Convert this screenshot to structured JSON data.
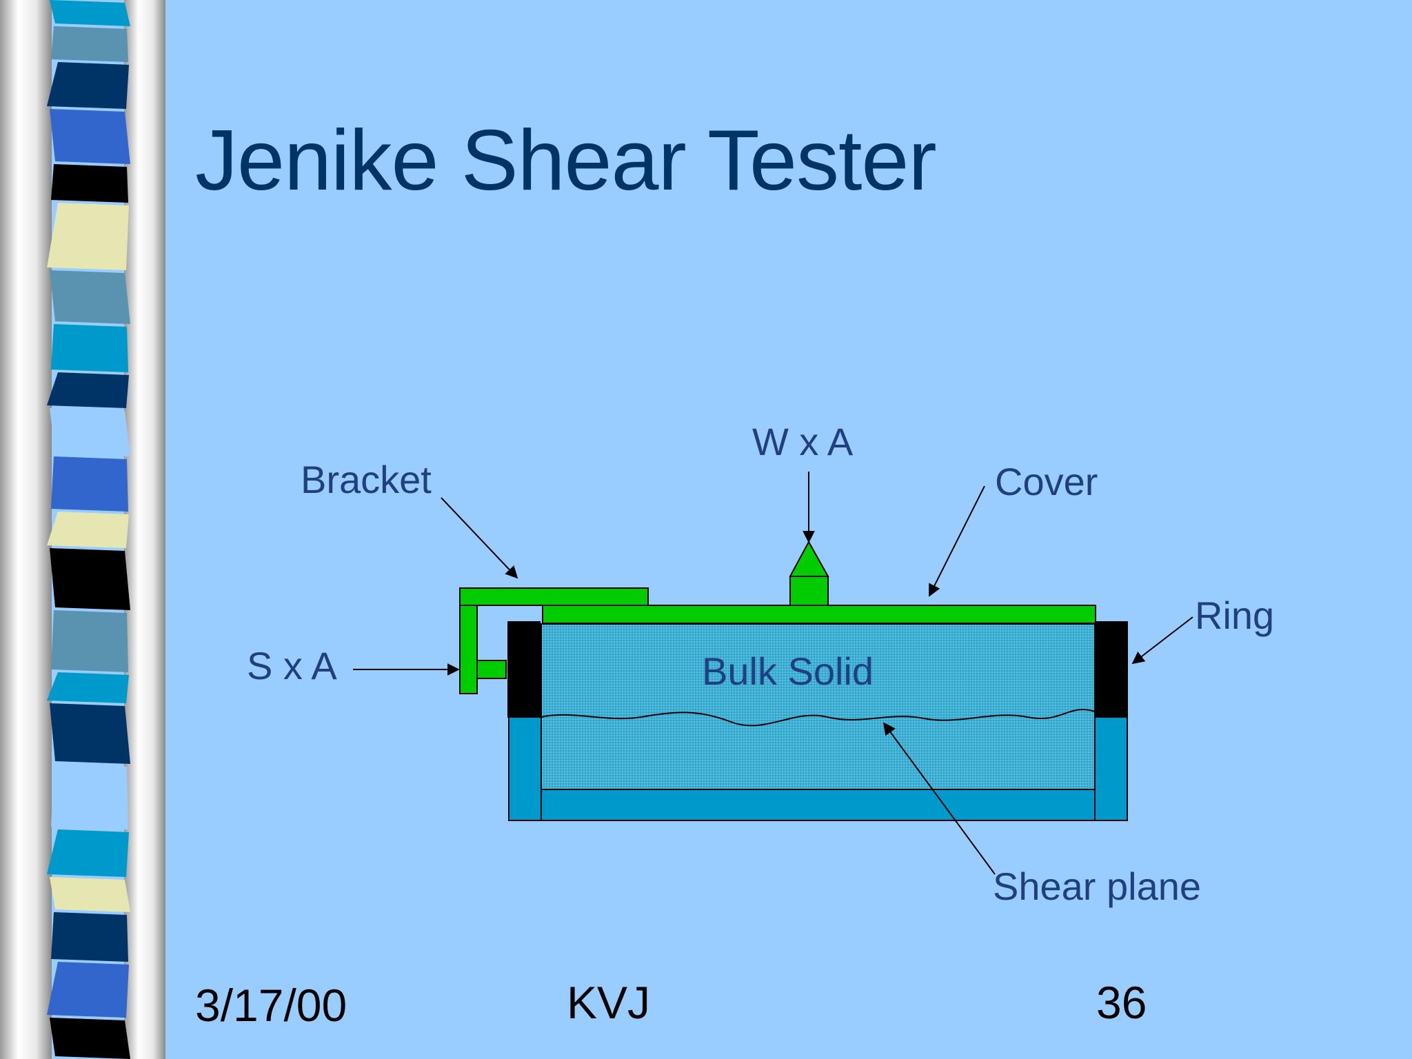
{
  "slide": {
    "title": "Jenike Shear Tester",
    "footer": {
      "date": "3/17/00",
      "author": "KVJ",
      "page": "36"
    }
  },
  "diagram": {
    "labels": {
      "bracket": "Bracket",
      "load": "W x A",
      "cover": "Cover",
      "ring": "Ring",
      "shear_force": "S x A",
      "bulk_solid": "Bulk Solid",
      "shear_plane": "Shear plane"
    }
  },
  "colors": {
    "background": "#99ccff",
    "title": "#003366",
    "label": "#1f3f80",
    "bracket_cover": "#00cc00",
    "ring": "#000000",
    "base": "#0099cc",
    "bulk_solid": "#33aacc"
  }
}
